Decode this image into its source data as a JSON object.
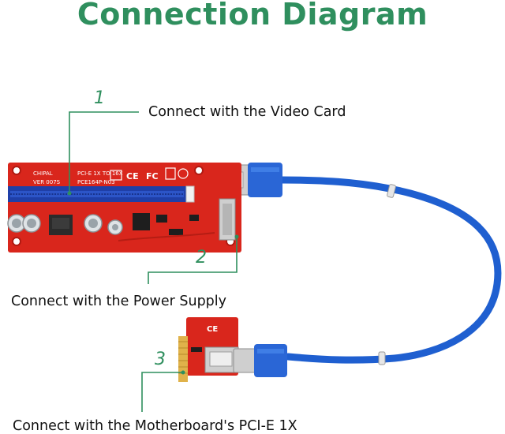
{
  "title": "Connection Diagram",
  "colors": {
    "title": "#2f8f5e",
    "leader_line": "#2f8f5e",
    "pcb": "#d9261c",
    "cable": "#1f5fd0",
    "usb_metal": "#c8c8c8",
    "gold_contacts": "#e0b24a"
  },
  "board_silkscreen": {
    "brand": "CHIPAL",
    "version": "VER 007S",
    "spec": "PCI-E 1X TO 16X",
    "model": "PCE164P-N03"
  },
  "callouts": [
    {
      "number": "1",
      "label": "Connect with the Video Card"
    },
    {
      "number": "2",
      "label": "Connect with the Power Supply"
    },
    {
      "number": "3",
      "label": "Connect with the Motherboard's PCI-E 1X"
    }
  ]
}
